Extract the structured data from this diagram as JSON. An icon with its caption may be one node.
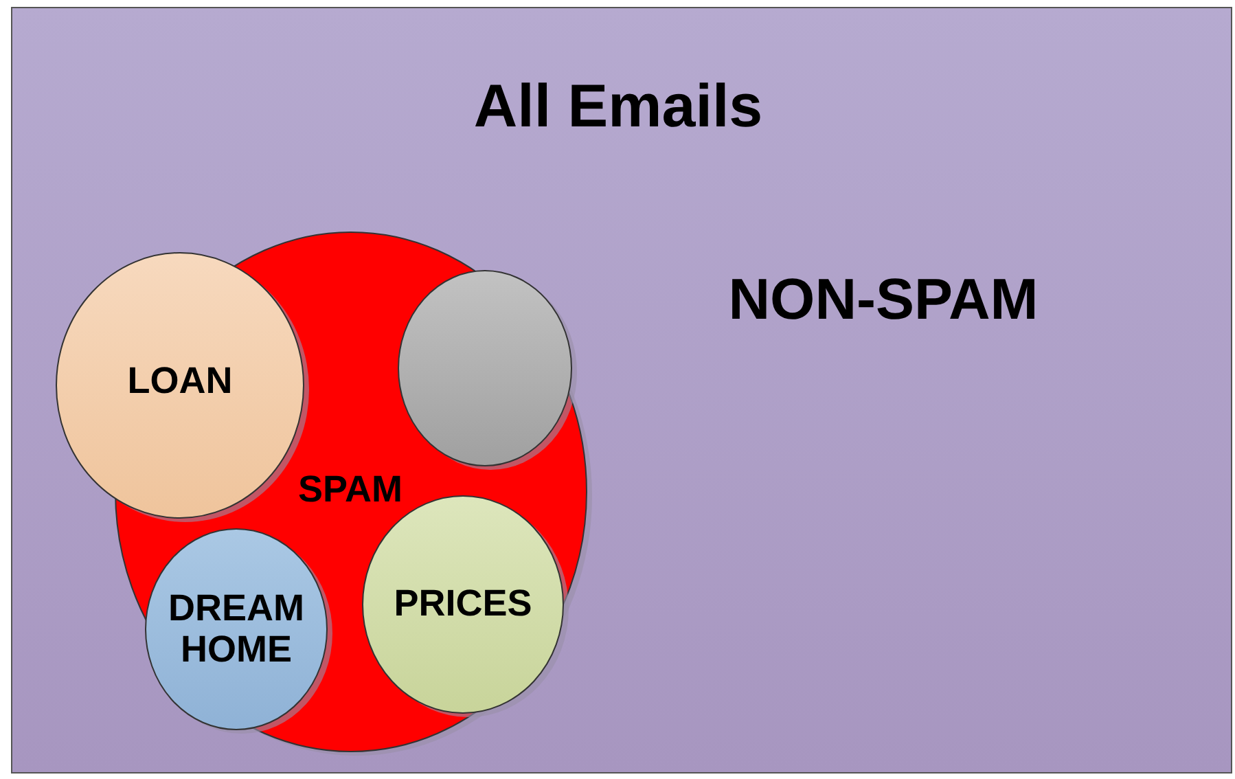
{
  "diagram": {
    "nodes": [
      {
        "text": [
          "All Emails",
          "NON-SPAM"
        ]
      },
      {
        "text": [
          "SPAM"
        ],
        "in": 0
      },
      {
        "text": [
          "LOAN"
        ],
        "in": 0
      },
      {
        "text": [],
        "shape": "circle",
        "in": 1
      },
      {
        "text": [
          "DREAM HOME"
        ],
        "in": 1
      },
      {
        "text": [
          "PRICES"
        ],
        "in": 1
      }
    ]
  }
}
